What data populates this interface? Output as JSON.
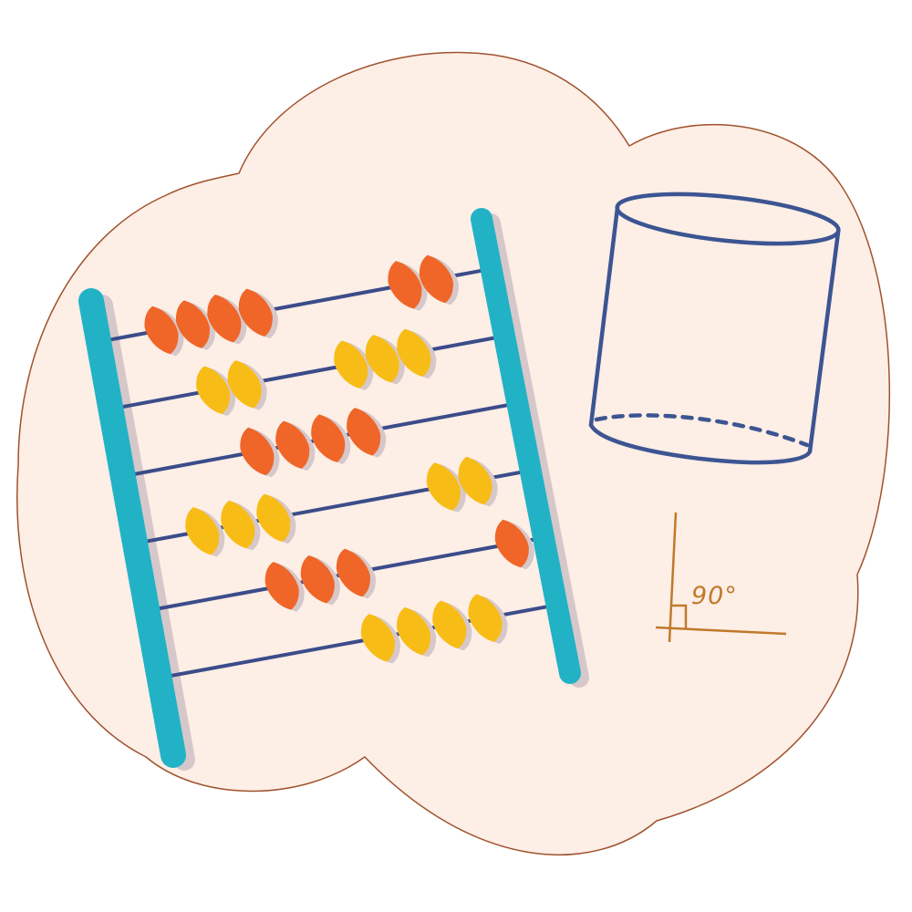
{
  "colors": {
    "background": "#ffffff",
    "cloud_fill": "#fdeee6",
    "cloud_stroke": "#a0522d",
    "frame": "#22b2c6",
    "frame_shadow": "#d6c8ca",
    "rod": "#3b4c8a",
    "bead_orange": "#ef6628",
    "bead_yellow": "#f8bc16",
    "cylinder": "#3c5592",
    "angle": "#c07a2a"
  },
  "abacus": {
    "rows": [
      {
        "color": "orange",
        "beads": [
          0.16,
          0.24,
          0.32,
          0.4,
          0.78,
          0.86
        ]
      },
      {
        "color": "yellow",
        "beads": [
          0.26,
          0.34,
          0.61,
          0.69,
          0.77
        ]
      },
      {
        "color": "orange",
        "beads": [
          0.34,
          0.43,
          0.52,
          0.61
        ]
      },
      {
        "color": "yellow",
        "beads": [
          0.17,
          0.26,
          0.35,
          0.78,
          0.86
        ]
      },
      {
        "color": "orange",
        "beads": [
          0.34,
          0.43,
          0.52,
          0.92
        ]
      },
      {
        "color": "yellow",
        "beads": [
          0.55,
          0.64,
          0.73,
          0.82
        ]
      }
    ]
  },
  "angle": {
    "label": "90°"
  }
}
